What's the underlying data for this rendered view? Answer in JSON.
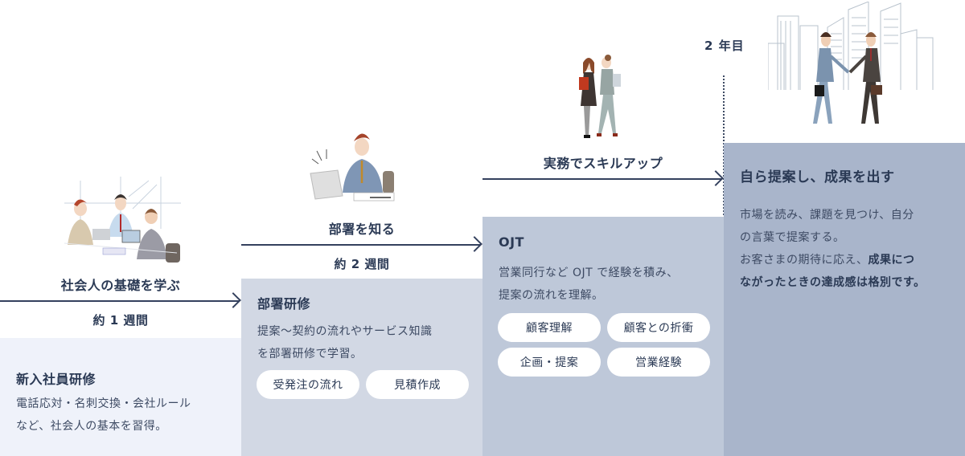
{
  "year_marker": {
    "label": "2 年目"
  },
  "steps": [
    {
      "label": "社会人の基礎を学ぶ",
      "duration": "約 1 週間",
      "illustration": "team-meeting-illustration",
      "title": "新入社員研修",
      "desc": [
        "電話応対・名刺交換・会社ルール",
        "など、社会人の基本を習得。"
      ],
      "tags": [],
      "bg": "#eff2fa"
    },
    {
      "label": "部署を知る",
      "duration": "約 2 週間",
      "illustration": "laptop-worker-illustration",
      "title": "部署研修",
      "desc": [
        "提案〜契約の流れやサービス知識",
        "を部署研修で学習。"
      ],
      "tags": [
        "受発注の流れ",
        "見積作成"
      ],
      "bg": "#d2d8e4"
    },
    {
      "label": "実務でスキルアップ",
      "duration": "",
      "illustration": "walking-colleagues-illustration",
      "title": "OJT",
      "desc": [
        "営業同行など OJT で経験を積み、",
        "提案の流れを理解。"
      ],
      "tags": [
        "顧客理解",
        "顧客との折衝",
        "企画・提案",
        "営業経験"
      ],
      "bg": "#bec8d9"
    },
    {
      "label": "",
      "duration": "",
      "illustration": "handshake-city-illustration",
      "title": "自ら提案し、成果を出す",
      "desc": [
        "市場を読み、課題を見つけ、自分",
        "の言葉で提案する。"
      ],
      "desc_mixed": {
        "plain": "お客さまの期待に応え、",
        "bold_1": "成果につ",
        "bold_2": "ながったときの達成感は格別です。"
      },
      "tags": [],
      "bg": "#a9b5cb"
    }
  ],
  "colors": {
    "text": "#2b3a55",
    "arrow": "#34415e",
    "step1_bg": "#eff2fa",
    "step2_bg": "#d2d8e4",
    "step3_bg": "#bec8d9",
    "step4_bg": "#a9b5cb",
    "tag_bg": "#ffffff"
  }
}
